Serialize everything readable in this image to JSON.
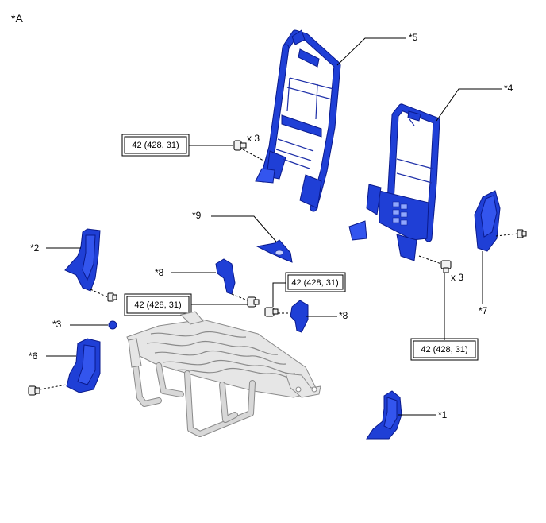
{
  "view_label": "*A",
  "callouts": {
    "c1": "*1",
    "c2": "*2",
    "c3": "*3",
    "c4": "*4",
    "c5": "*5",
    "c6": "*6",
    "c7": "*7",
    "c8a": "*8",
    "c8b": "*8",
    "c9": "*9"
  },
  "torque": {
    "left_upper": "42 (428, 31)",
    "center_left": "42 (428, 31)",
    "center_right": "42 (428, 31)",
    "right_lower": "42 (428, 31)"
  },
  "quantity": {
    "left_frame_bolts": "x 3",
    "right_frame_bolts": "x 3"
  },
  "colors": {
    "part_highlight": "#1f3fd6",
    "part_base": "#e6e6e6"
  }
}
